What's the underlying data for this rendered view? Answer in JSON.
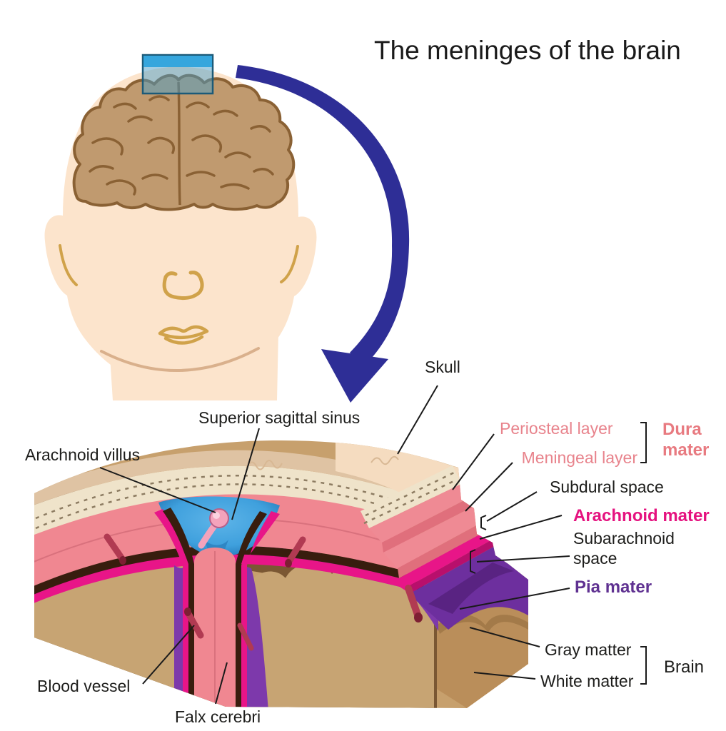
{
  "title": "The meninges of the brain",
  "labels": {
    "skull": "Skull",
    "superior_sagittal_sinus": "Superior sagittal sinus",
    "arachnoid_villus": "Arachnoid villus",
    "periosteal_layer": "Periosteal layer",
    "meningeal_layer": "Meningeal layer",
    "dura_mater": "Dura mater",
    "subdural_space": "Subdural space",
    "arachnoid_mater": "Arachnoid mater",
    "subarachnoid_space": "Subarachnoid space",
    "pia_mater": "Pia mater",
    "gray_matter": "Gray matter",
    "white_matter": "White matter",
    "brain": "Brain",
    "blood_vessel": "Blood vessel",
    "falx_cerebri": "Falx cerebri"
  },
  "colors": {
    "label_pink": "#e8838c",
    "label_magenta": "#e5127f",
    "label_purple": "#5f3191",
    "text_black": "#1d1d1b",
    "arrow_navy": "#2e2e96",
    "skin": "#fce4cc",
    "face_line_gold": "#d0a24a",
    "brain_fill": "#c09a6f",
    "brain_outline": "#8a6134",
    "highlight_blue": "#2aa2dc",
    "skull_top": "#f5dcc0",
    "skull_cream": "#efe3ca",
    "dura_pink": "#f08791",
    "subdural_brown": "#381d0e",
    "arachnoid_magenta": "#e81588",
    "pia_purple": "#7d39ab",
    "gray_matter_brown": "#7a5733",
    "white_matter_tan": "#c7a06d",
    "sinus_blue": "#3fa0dd",
    "vessel_red": "#b13a52"
  }
}
